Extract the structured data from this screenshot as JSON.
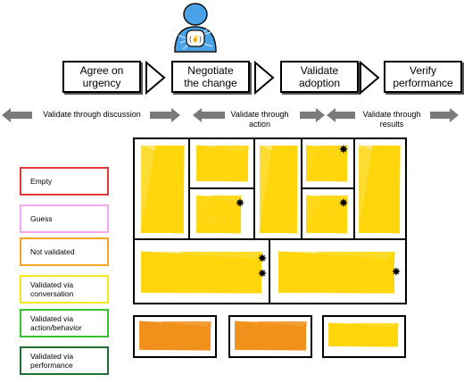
{
  "steps": [
    {
      "label": "Agree on\nurgency"
    },
    {
      "label": "Negotiate\nthe change"
    },
    {
      "label": "Validate\nadoption"
    },
    {
      "label": "Verify\nperformance"
    }
  ],
  "validation_labels": [
    {
      "text": "Validate through discussion"
    },
    {
      "text": "Validate through\naction"
    },
    {
      "text": "Validate through\nresults"
    }
  ],
  "legend": [
    {
      "label": "Empty",
      "color": "#e53935"
    },
    {
      "label": "Guess",
      "color": "#f4a6f0"
    },
    {
      "label": "Not validated",
      "color": "#f6a623"
    },
    {
      "label": "Validated via\nconversation",
      "color": "#f2ea18"
    },
    {
      "label": "Validated via\naction/behavior",
      "color": "#35c12f"
    },
    {
      "label": "Validated via\nperformance",
      "color": "#1f6f35"
    }
  ],
  "colors": {
    "scribble_yellow": "#ffd400",
    "scribble_orange": "#f08c12",
    "arrow_gray": "#7a7a7a",
    "persona_blue": "#3a8fd6"
  },
  "icons": [
    "person-icon",
    "star-marker-icon"
  ]
}
